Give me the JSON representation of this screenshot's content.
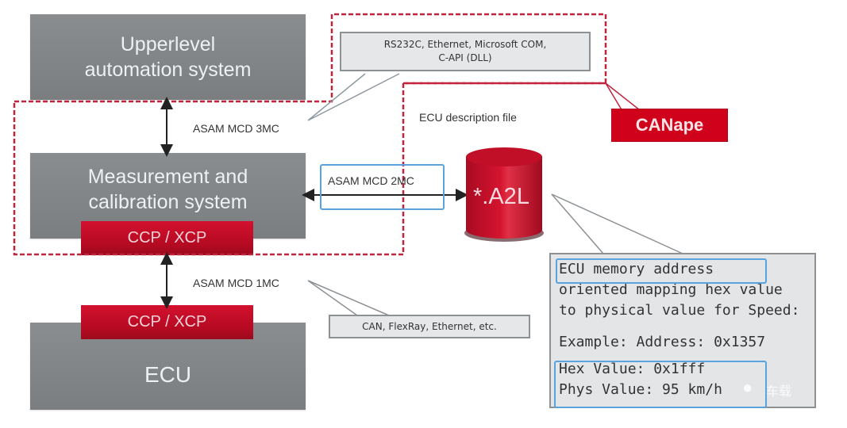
{
  "diagram": {
    "boxes": {
      "upper": "Upperlevel automation system",
      "upper_lines": [
        "Upperlevel",
        "automation system"
      ],
      "mcs_lines": [
        "Measurement and",
        "calibration system"
      ],
      "ccp_top": "CCP / XCP",
      "ccp_bottom": "CCP / XCP",
      "ecu": "ECU"
    },
    "labels": {
      "mcd3": "ASAM MCD 3MC",
      "mcd2": "ASAM MCD 2MC",
      "mcd1": "ASAM MCD 1MC",
      "ecu_desc": "ECU description file"
    },
    "callouts": {
      "top_lines": [
        "RS232C, Ethernet, Microsoft COM,",
        "C-API (DLL)"
      ],
      "bottom": "CAN, FlexRay, Ethernet, etc."
    },
    "canape": "CANape",
    "database": "*.A2L",
    "info_box": {
      "lines": [
        "ECU memory address",
        "oriented mapping hex value",
        "to physical value for Speed:"
      ],
      "example": "Example:  Address: 0x1357",
      "hex": "Hex Value: 0x1fff",
      "phys": "Phys Value: 95 km/h"
    },
    "colors": {
      "accent_red": "#d0021b",
      "box_gray": "#808385",
      "highlight_blue": "#5aa3dc",
      "dashed_border": "#c0243f"
    },
    "watermark": "车载"
  }
}
